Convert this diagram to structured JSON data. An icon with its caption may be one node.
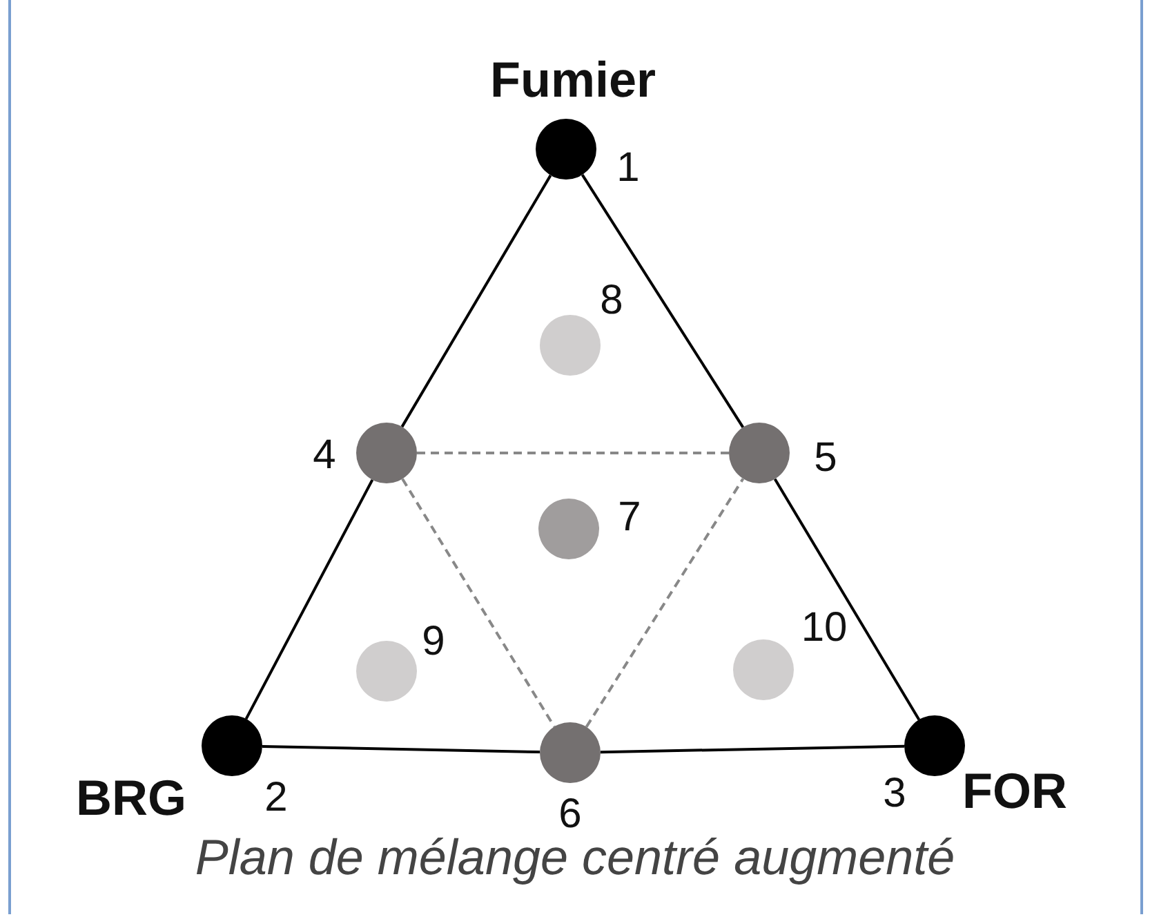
{
  "diagram": {
    "caption": "Plan de mélange centré augmenté",
    "nodes": [
      {
        "text": [],
        "shape": "circle",
        "beside": [
          "Fumier",
          "1"
        ]
      },
      {
        "text": [],
        "shape": "circle",
        "beside": [
          "BRG",
          "2"
        ]
      },
      {
        "text": [],
        "shape": "circle",
        "beside": [
          "3",
          "FOR"
        ]
      },
      {
        "text": [],
        "shape": "circle",
        "beside": [
          "4"
        ]
      },
      {
        "text": [],
        "shape": "circle",
        "beside": [
          "5"
        ]
      },
      {
        "text": [],
        "shape": "circle",
        "beside": [
          "6"
        ]
      },
      {
        "text": [],
        "shape": "circle",
        "beside": [
          "7"
        ]
      },
      {
        "text": [],
        "shape": "circle",
        "beside": [
          "8"
        ]
      },
      {
        "text": [],
        "shape": "circle",
        "beside": [
          "9"
        ]
      },
      {
        "text": [],
        "shape": "circle",
        "beside": [
          "10"
        ]
      }
    ],
    "edges": [
      {
        "from": 0,
        "to": 3,
        "arrow": "none"
      },
      {
        "from": 3,
        "to": 1,
        "arrow": "none"
      },
      {
        "from": 1,
        "to": 5,
        "arrow": "none"
      },
      {
        "from": 5,
        "to": 2,
        "arrow": "none"
      },
      {
        "from": 2,
        "to": 4,
        "arrow": "none"
      },
      {
        "from": 4,
        "to": 0,
        "arrow": "none"
      },
      {
        "from": 3,
        "to": 4,
        "arrow": "none",
        "style": "dashed",
        "color": "#888888"
      },
      {
        "from": 3,
        "to": 5,
        "arrow": "none",
        "style": "dashed",
        "color": "#888888"
      },
      {
        "from": 5,
        "to": 4,
        "arrow": "none",
        "style": "dashed",
        "color": "#888888"
      }
    ]
  }
}
